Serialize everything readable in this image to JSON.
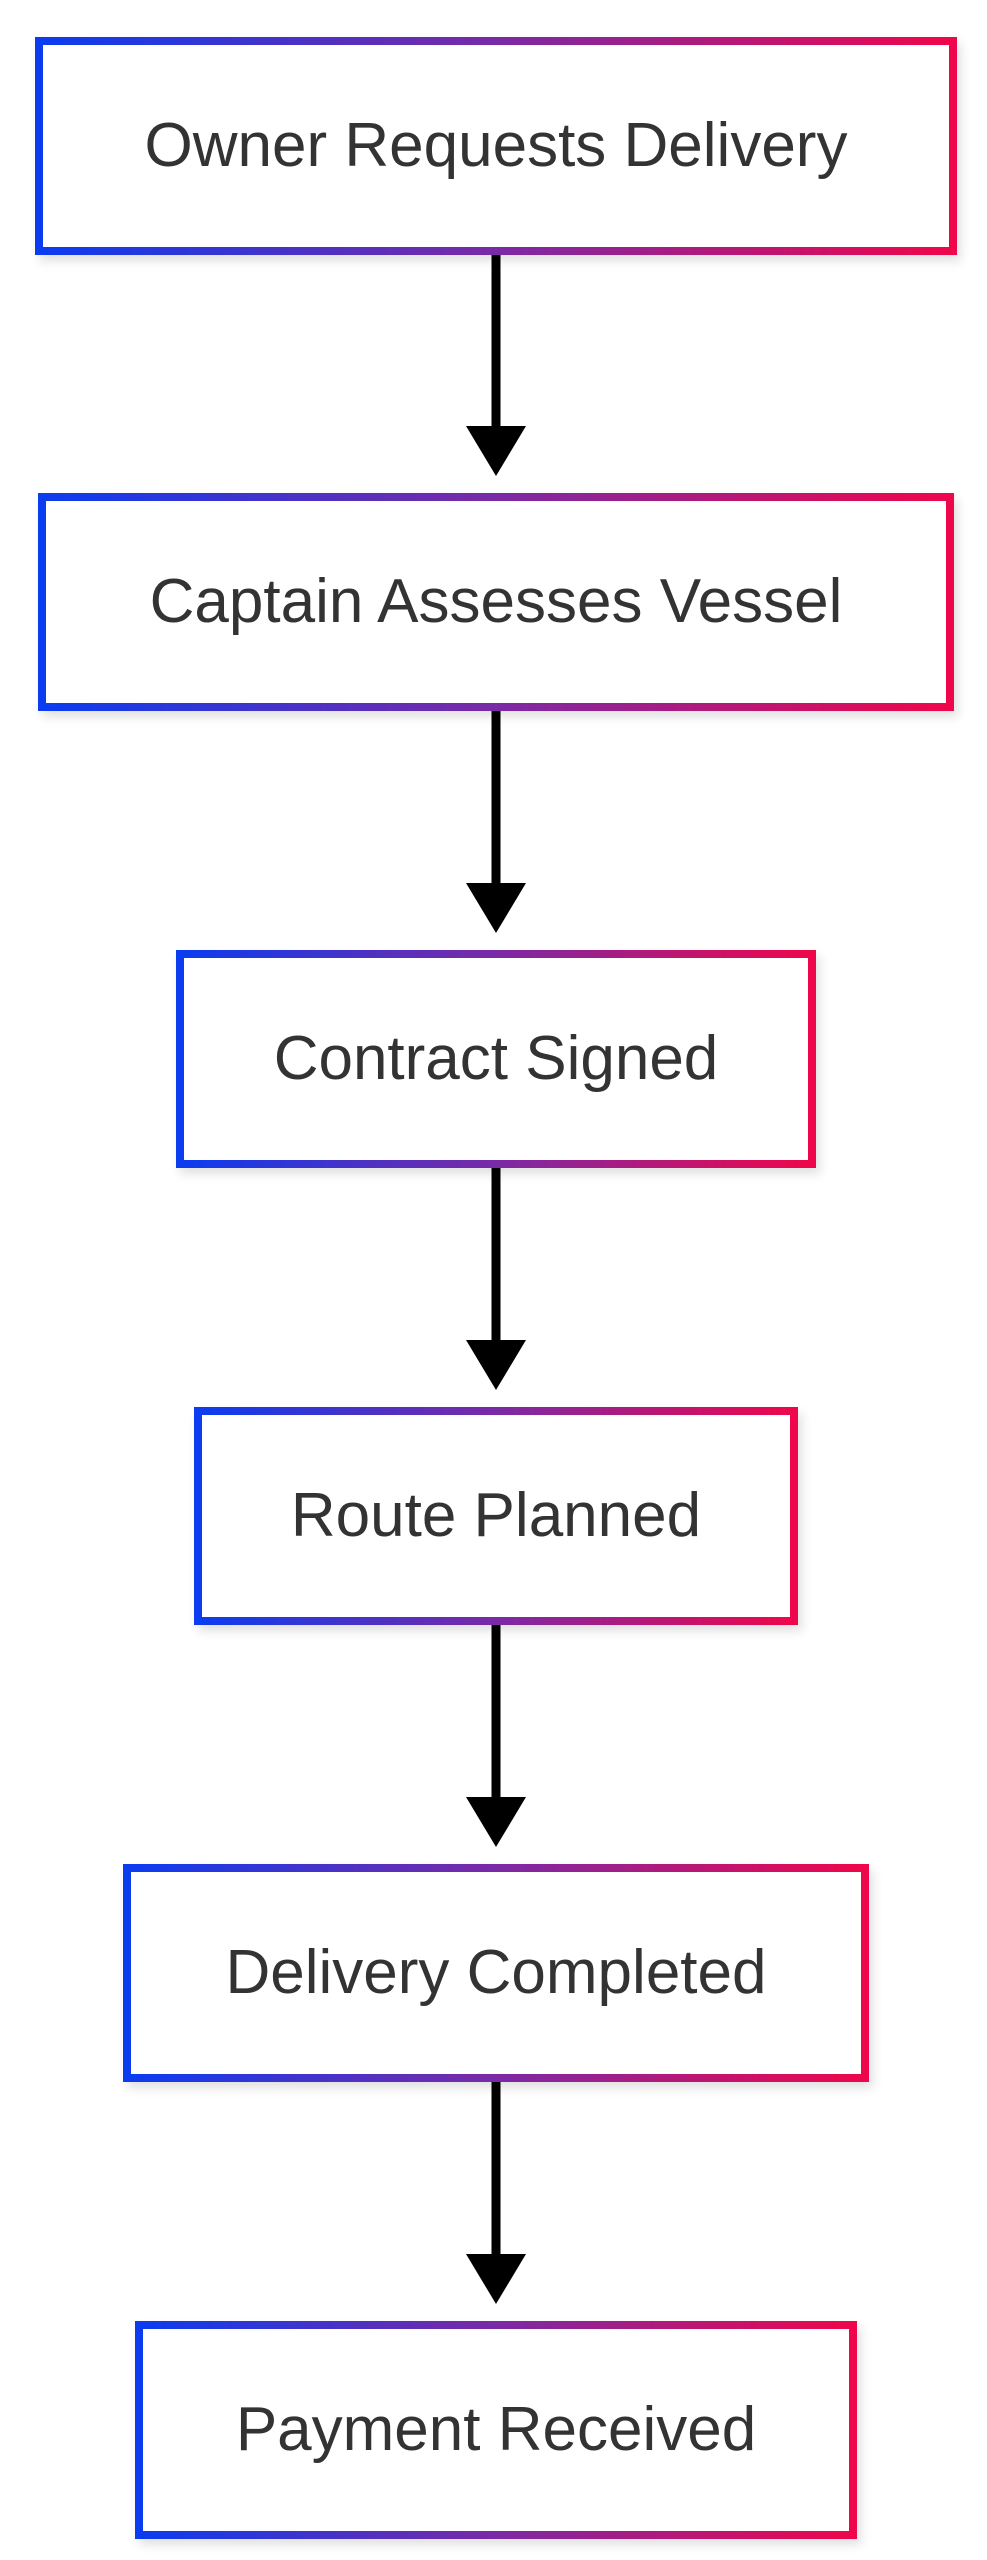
{
  "diagram": {
    "type": "flowchart",
    "direction": "top-to-bottom",
    "colors": {
      "border_gradient_start": "#0a3cf0",
      "border_gradient_mid": "#7a2aa6",
      "border_gradient_end": "#f0064a",
      "label_text": "#333333",
      "arrow": "#000000",
      "background": "#ffffff"
    },
    "nodes": [
      {
        "id": "owner-requests-delivery",
        "label": "Owner Requests Delivery"
      },
      {
        "id": "captain-assesses-vessel",
        "label": "Captain Assesses Vessel"
      },
      {
        "id": "contract-signed",
        "label": "Contract Signed"
      },
      {
        "id": "route-planned",
        "label": "Route Planned"
      },
      {
        "id": "delivery-completed",
        "label": "Delivery Completed"
      },
      {
        "id": "payment-received",
        "label": "Payment Received"
      }
    ],
    "edges": [
      {
        "from": "owner-requests-delivery",
        "to": "captain-assesses-vessel"
      },
      {
        "from": "captain-assesses-vessel",
        "to": "contract-signed"
      },
      {
        "from": "contract-signed",
        "to": "route-planned"
      },
      {
        "from": "route-planned",
        "to": "delivery-completed"
      },
      {
        "from": "delivery-completed",
        "to": "payment-received"
      }
    ]
  }
}
